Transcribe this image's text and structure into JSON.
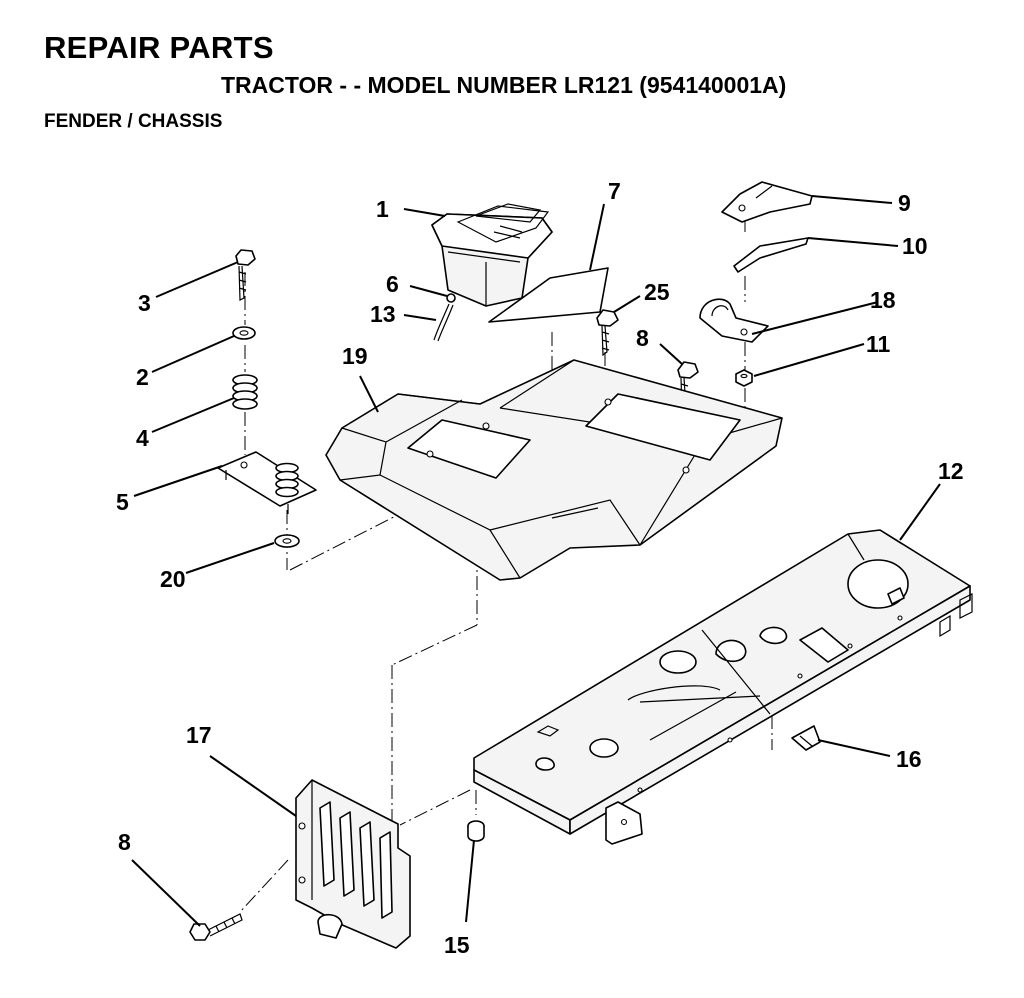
{
  "header": {
    "title": "REPAIR PARTS",
    "subtitle": "TRACTOR - - MODEL NUMBER LR121 (954140001A)",
    "section": "FENDER / CHASSIS"
  },
  "callouts": {
    "c1": "1",
    "c2": "2",
    "c3": "3",
    "c4": "4",
    "c5": "5",
    "c6": "6",
    "c7": "7",
    "c8a": "8",
    "c8b": "8",
    "c9": "9",
    "c10": "10",
    "c11": "11",
    "c12": "12",
    "c13": "13",
    "c15": "15",
    "c16": "16",
    "c17": "17",
    "c18": "18",
    "c19": "19",
    "c20": "20",
    "c25": "25"
  }
}
